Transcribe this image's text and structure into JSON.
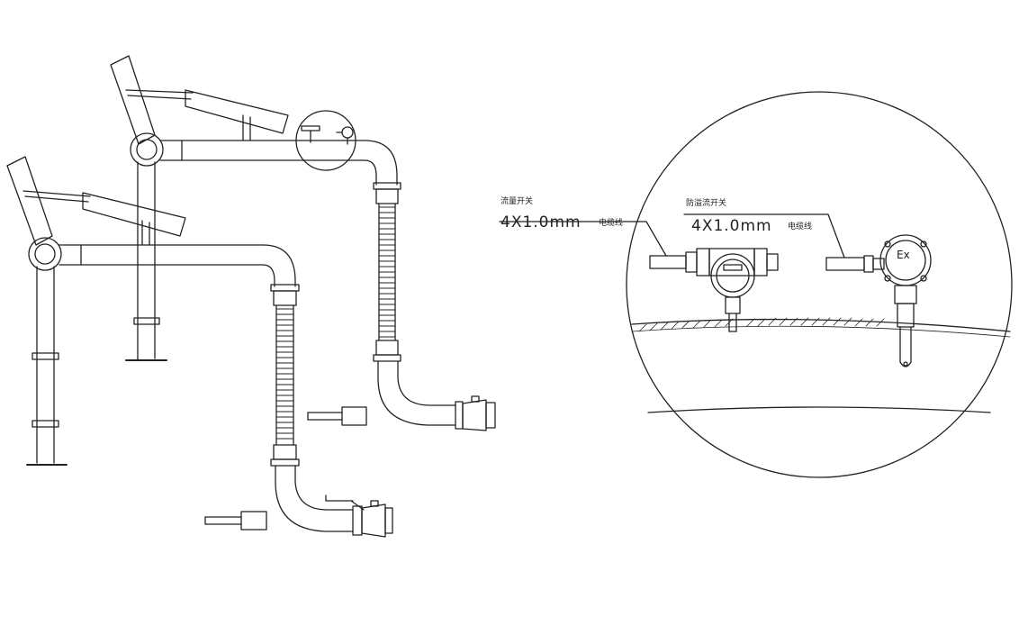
{
  "labels": {
    "switch_left": "流量开关",
    "switch_right": "防溢流开关",
    "cable_spec_left": "4X1.0mm",
    "cable_spec_right": "4X1.0mm",
    "cable_left": "电缆线",
    "cable_right": "电缆线",
    "ex_mark": "Ex"
  },
  "colors": {
    "line": "#222222",
    "background": "#ffffff"
  }
}
